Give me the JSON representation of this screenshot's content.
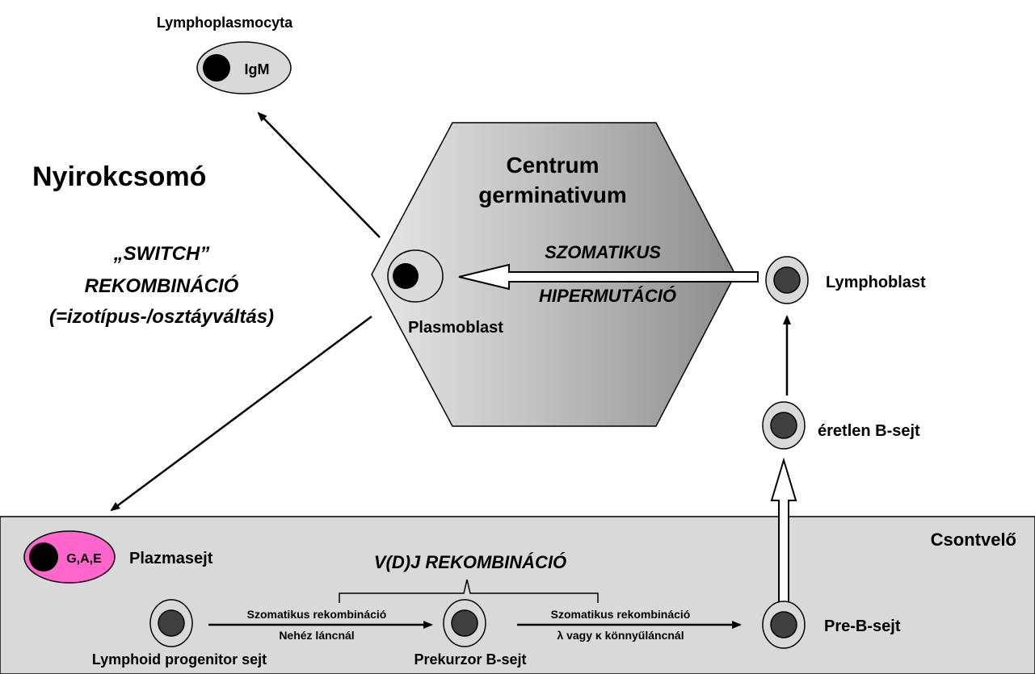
{
  "regions": {
    "lymph_node": "Nyirokcsomó",
    "bone_marrow": "Csontvelő",
    "germinal_center_line1": "Centrum",
    "germinal_center_line2": "germinativum"
  },
  "cells": {
    "lymphoplasmocyta": {
      "label": "Lymphoplasmocyta",
      "inner": "IgM"
    },
    "plasmoblast": {
      "label": "Plasmoblast"
    },
    "lymphoblast": {
      "label": "Lymphoblast"
    },
    "immature_b": {
      "label": "éretlen B-sejt"
    },
    "plazmasejt": {
      "label": "Plazmasejt",
      "inner": "G,A,E"
    },
    "lymphoid_progenitor": {
      "label": "Lymphoid progenitor sejt"
    },
    "prekurzor_b": {
      "label": "Prekurzor B-sejt"
    },
    "pre_b": {
      "label": "Pre-B-sejt"
    }
  },
  "processes": {
    "switch_line1": "„SWITCH”",
    "switch_line2": "REKOMBINÁCIÓ",
    "switch_line3": "(=izotípus-/osztáyváltás)",
    "somatic_hyper_line1": "SZOMATIKUS",
    "somatic_hyper_line2": "HIPERMUTÁCIÓ",
    "vdj": "V(D)J  REKOMBINÁCIÓ",
    "heavy_line1": "Szomatikus rekombináció",
    "heavy_line2": "Nehéz láncnál",
    "light_line1": "Szomatikus rekombináció",
    "light_line2": "λ  vagy κ könnyűláncnál"
  },
  "colors": {
    "bone_marrow_bg": "#d9d9d9",
    "hexagon_fill": "#a6a6a6",
    "cell_outer": "#d9d9d9",
    "cell_nucleus": "#404040",
    "plasma_pink": "#ff66cc"
  }
}
